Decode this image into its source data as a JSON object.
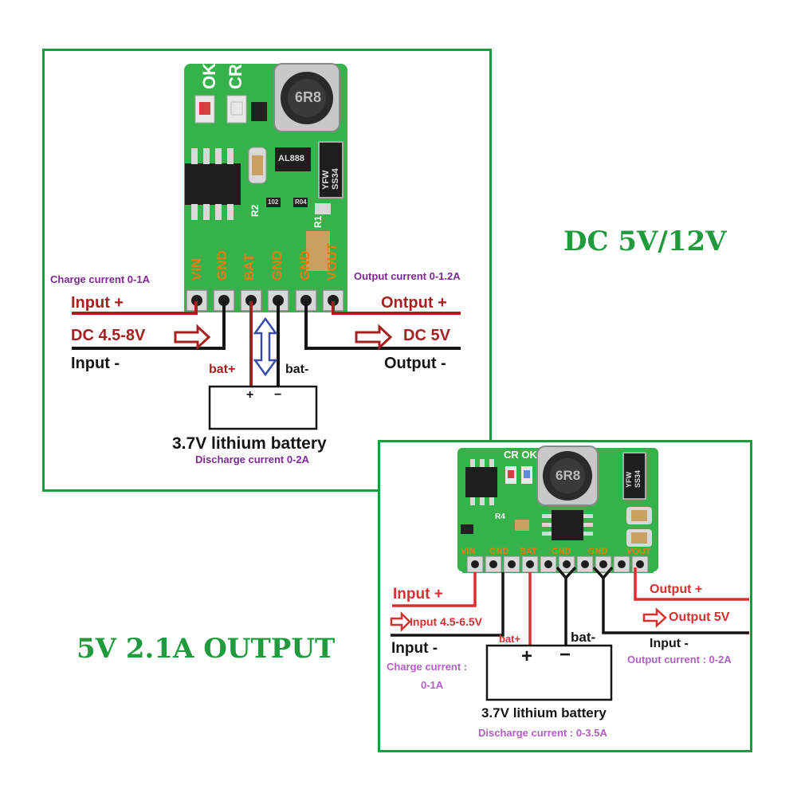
{
  "top_module": {
    "silkscreen": {
      "ok": "OK",
      "cr": "CR",
      "inductor": "6R8",
      "chip_main": "AL888",
      "diode_line1": "YFW",
      "diode_line2": "SS34",
      "r2": "R2",
      "r1": "R1",
      "res_a": "102",
      "res_b": "R04",
      "pins": [
        "VIN",
        "GND",
        "BAT",
        "GND",
        "GND",
        "VOUT"
      ]
    },
    "labels": {
      "charge_current": "Charge current 0-1A",
      "output_current": "Output current 0-1.2A",
      "input_plus": "Input +",
      "input_voltage": "DC 4.5-8V",
      "input_minus": "Input -",
      "output_plus": "Ontput +",
      "output_voltage": "DC 5V",
      "output_minus": "Output -",
      "bat_plus": "bat+",
      "bat_minus": "bat-",
      "battery_plus": "+",
      "battery_minus": "−",
      "battery_name": "3.7V lithium battery",
      "discharge_current": "Discharge current 0-2A"
    }
  },
  "bottom_module": {
    "silkscreen": {
      "cr_ok": "CR OK",
      "inductor": "6R8",
      "diode_line1": "YFW",
      "diode_line2": "SS34",
      "r4": "R4",
      "pins": [
        "VIN",
        "GND",
        "BAT",
        "GND",
        "GND",
        "VOUT"
      ]
    },
    "labels": {
      "input_plus": "Input +",
      "input_voltage": "Input 4.5-6.5V",
      "input_minus": "Input -",
      "charge_current_1": "Charge current :",
      "charge_current_2": "0-1A",
      "bat_plus": "bat+",
      "bat_minus": "bat-",
      "battery_plus": "+",
      "battery_minus": "−",
      "battery_name": "3.7V lithium battery",
      "discharge_current": "Discharge current : 0-3.5A",
      "output_plus": "Output +",
      "output_voltage": "Output 5V",
      "output_minus": "Input -",
      "output_current": "Output current : 0-2A"
    }
  },
  "titles": {
    "dc_rating": "DC 5V/12V",
    "output_rating": "5V 2.1A OUTPUT"
  },
  "colors": {
    "frame_green": "#1f9a3c",
    "pcb_green": "#35b24a",
    "wire_red": "#a52020",
    "wire_black": "#151515",
    "pin_orange": "#f07a12",
    "arrow_blue": "#3a4aa8",
    "label_purple": "#7a2a90"
  }
}
